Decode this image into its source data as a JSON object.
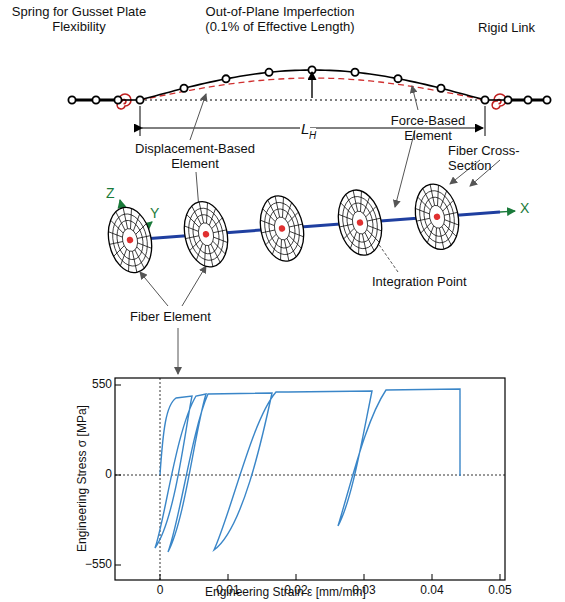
{
  "diagram": {
    "labels": [
      "Spring for Gusset Plate Flexibility",
      "Out-of-Plane Imperfection (0.1% of Effective Length)",
      "Rigid Link",
      "L",
      "H",
      "Displacement-Based Element",
      "Force-Based Element",
      "Fiber Cross-Section",
      "Z",
      "Y",
      "X",
      "Integration Point",
      "Fiber Element",
      "550",
      "0",
      "−550",
      "Engineering Stress σ [MPa]",
      "0",
      "0.01",
      "0.02",
      "0.03",
      "0.04",
      "0.05",
      "Engineering Strain ε [mm/mm]"
    ]
  }
}
